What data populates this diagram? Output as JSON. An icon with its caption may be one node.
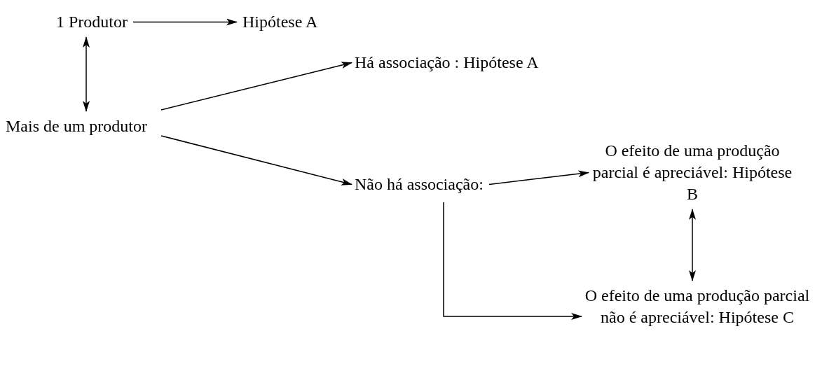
{
  "diagram": {
    "nodes": [
      {
        "text": [
          "1 Produtor"
        ]
      },
      {
        "text": [
          "Hipótese A"
        ]
      },
      {
        "text": [
          "Mais de um produtor"
        ]
      },
      {
        "text": [
          "Há associação : Hipótese A"
        ]
      },
      {
        "text": [
          "Não há associação:"
        ]
      },
      {
        "text": [
          "O efeito de uma produção parcial é apreciável: Hipótese B"
        ]
      },
      {
        "text": [
          "O efeito de uma produção parcial não é apreciável: Hipótese C"
        ]
      }
    ],
    "edges": [
      {
        "from": 0,
        "to": 1,
        "arrow": "to"
      },
      {
        "from": 0,
        "to": 2,
        "arrow": "both"
      },
      {
        "from": 2,
        "to": 3,
        "arrow": "to"
      },
      {
        "from": 2,
        "to": 4,
        "arrow": "to"
      },
      {
        "from": 4,
        "to": 5,
        "arrow": "to"
      },
      {
        "from": 5,
        "to": 6,
        "arrow": "both"
      },
      {
        "from": 4,
        "to": 6,
        "arrow": "to"
      }
    ]
  }
}
